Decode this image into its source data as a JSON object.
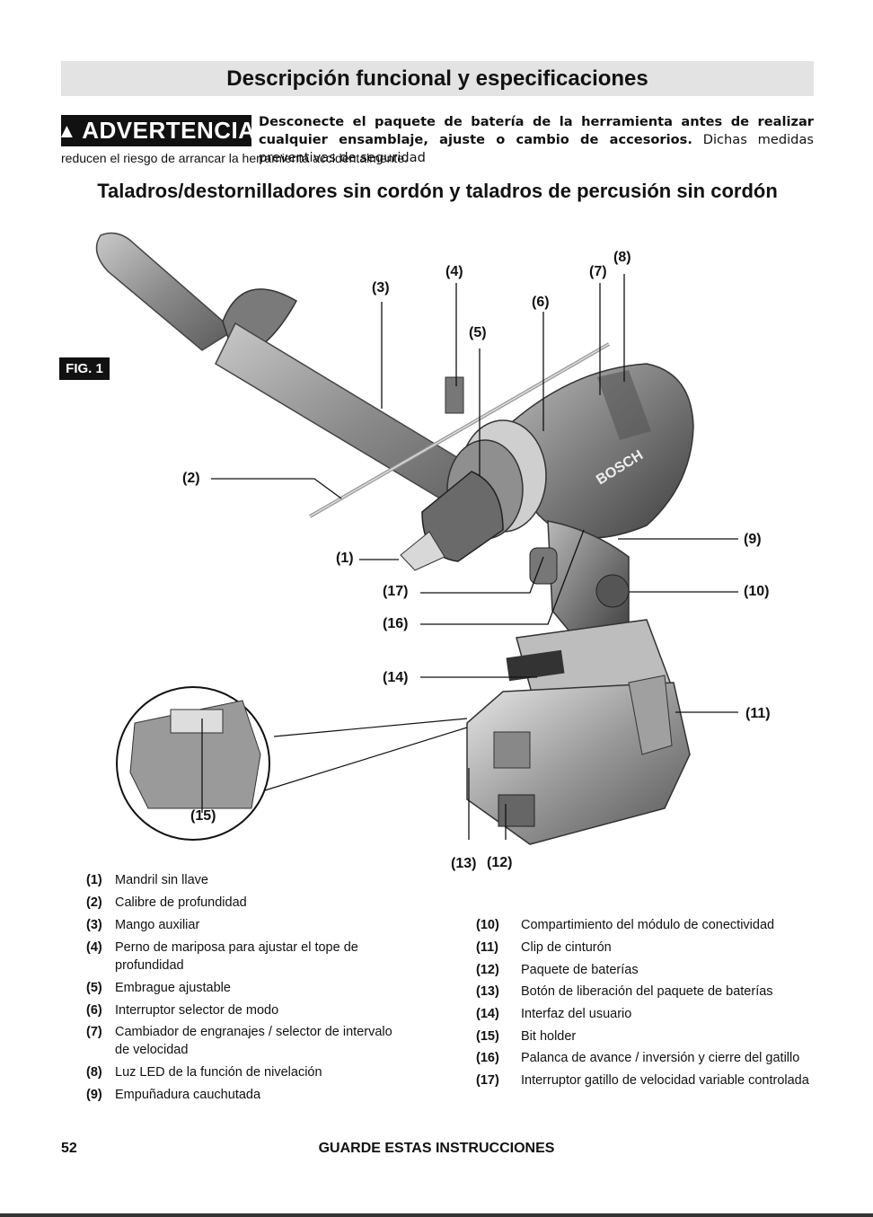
{
  "header": {
    "title": "Descripción funcional y especificaciones"
  },
  "warning": {
    "icon": "warning-triangle-icon",
    "label": "ADVERTENCIA",
    "bold_text": "Desconecte el paquete de batería de la herramienta antes de realizar cualquier ensamblaje, ajuste o cambio de accesorios.",
    "text_start": "Dichas medidas preventivas de seguridad",
    "text_end": "reducen el riesgo de arrancar la herramienta accidentalmente."
  },
  "subtitle": "Taladros/destornilladores sin cordón y taladros de percusión sin cordón",
  "figure": {
    "label": "FIG. 1",
    "brand": "BOSCH",
    "callouts": [
      "(1)",
      "(2)",
      "(3)",
      "(4)",
      "(5)",
      "(6)",
      "(7)",
      "(8)",
      "(9)",
      "(10)",
      "(11)",
      "(12)",
      "(13)",
      "(14)",
      "(15)",
      "(16)",
      "(17)"
    ]
  },
  "legend": {
    "left": [
      {
        "num": "(1)",
        "text": "Mandril sin llave"
      },
      {
        "num": "(2)",
        "text": "Calibre de profundidad"
      },
      {
        "num": "(3)",
        "text": "Mango auxiliar"
      },
      {
        "num": "(4)",
        "text": "Perno de mariposa para ajustar el tope de profundidad"
      },
      {
        "num": "(5)",
        "text": "Embrague ajustable"
      },
      {
        "num": "(6)",
        "text": "Interruptor selector de modo"
      },
      {
        "num": "(7)",
        "text": "Cambiador de engranajes / selector de intervalo de velocidad"
      },
      {
        "num": "(8)",
        "text": "Luz LED de la función de nivelación"
      },
      {
        "num": "(9)",
        "text": "Empuñadura cauchutada"
      }
    ],
    "right": [
      {
        "num": "(10)",
        "text": "Compartimiento del módulo de conectividad"
      },
      {
        "num": "(11)",
        "text": "Clip de cinturón"
      },
      {
        "num": "(12)",
        "text": "Paquete de baterías"
      },
      {
        "num": "(13)",
        "text": "Botón de liberación del paquete de baterías"
      },
      {
        "num": "(14)",
        "text": "Interfaz del usuario"
      },
      {
        "num": "(15)",
        "text": "Bit holder"
      },
      {
        "num": "(16)",
        "text": "Palanca de avance / inversión y cierre del gatillo"
      },
      {
        "num": "(17)",
        "text": "Interruptor gatillo de velocidad variable controlada"
      }
    ]
  },
  "footer": {
    "page": "52",
    "center": "GUARDE ESTAS INSTRUCCIONES"
  }
}
